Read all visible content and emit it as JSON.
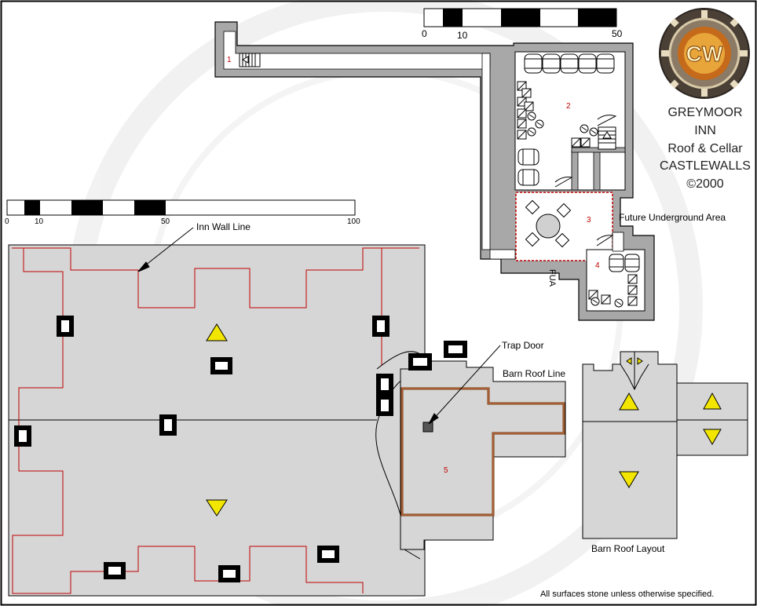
{
  "title": {
    "line1": "GREYMOOR",
    "line2": "INN",
    "line3": "Roof & Cellar",
    "line4": "CASTLEWALLS",
    "line5": "©2000"
  },
  "logo": {
    "text": "CW"
  },
  "scale_small": {
    "ticks": [
      "0",
      "10",
      "50"
    ]
  },
  "scale_large": {
    "ticks": [
      "0",
      "10",
      "50",
      "100"
    ]
  },
  "labels": {
    "inn_wall_line": "Inn Wall Line",
    "trap_door": "Trap Door",
    "barn_roof_line": "Barn Roof Line",
    "barn_roof_layout": "Barn Roof Layout",
    "future_underground_area": "Future Underground Area",
    "fua": "FUA",
    "footer": "All surfaces stone unless otherwise specified."
  },
  "rooms": {
    "r1": "1",
    "r2": "2",
    "r3": "3",
    "r4": "4",
    "r5": "5"
  },
  "colors": {
    "roof": "#d6d6d6",
    "wall": "#a8a8a8",
    "room_floor": "#ffffff",
    "inn_wall_line": "#c00000",
    "arrow_fill": "#f2e600",
    "outline": "#000000"
  },
  "icons": [
    "chimney-icon",
    "roof-slope-up-icon",
    "roof-slope-down-icon",
    "barrel-icon",
    "crate-icon",
    "sack-icon",
    "trap-door-icon",
    "stairs-icon",
    "door-swing-icon",
    "table-icon",
    "chair-icon"
  ]
}
